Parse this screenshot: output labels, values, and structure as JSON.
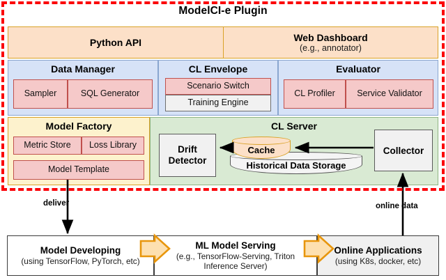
{
  "plugin": {
    "title": "ModelCI-e Plugin",
    "border_color": "#fb0007"
  },
  "api_layer": {
    "python_api": {
      "title": "Python API"
    },
    "web_dashboard": {
      "title": "Web Dashboard",
      "subtitle": "(e.g., annotator)"
    }
  },
  "component_layer": {
    "data_manager": {
      "title": "Data Manager",
      "items": [
        {
          "label": "Sampler"
        },
        {
          "label": "SQL Generator"
        }
      ]
    },
    "cl_envelope": {
      "title": "CL Envelope",
      "items": [
        {
          "label": "Scenario Switch"
        },
        {
          "label": "Training Engine"
        }
      ]
    },
    "evaluator": {
      "title": "Evaluator",
      "items": [
        {
          "label": "CL Profiler"
        },
        {
          "label": "Service Validator"
        }
      ]
    }
  },
  "service_layer": {
    "model_factory": {
      "title": "Model Factory",
      "items": [
        {
          "label": "Metric Store"
        },
        {
          "label": "Loss Library"
        },
        {
          "label": "Model Template"
        }
      ]
    },
    "cl_server": {
      "title": "CL Server",
      "drift_detector": {
        "line1": "Drift",
        "line2": "Detector"
      },
      "cache": {
        "label": "Cache"
      },
      "historical_storage": {
        "label": "Historical Data Storage"
      },
      "collector": {
        "label": "Collector"
      }
    }
  },
  "pipeline": {
    "boxes": [
      {
        "title": "Model Developing",
        "subtitle": "(using TensorFlow, PyTorch, etc)"
      },
      {
        "title": "ML Model Serving",
        "subtitle_line1": "(e.g., TensorFlow-Serving, Triton",
        "subtitle_line2": "Inference Server)"
      },
      {
        "title": "Online Applications",
        "subtitle": "(using K8s, docker, etc)"
      }
    ],
    "flow_arrow_color": "#f5a623"
  },
  "edges": {
    "deliver": "deliver",
    "online_data": "online data"
  }
}
